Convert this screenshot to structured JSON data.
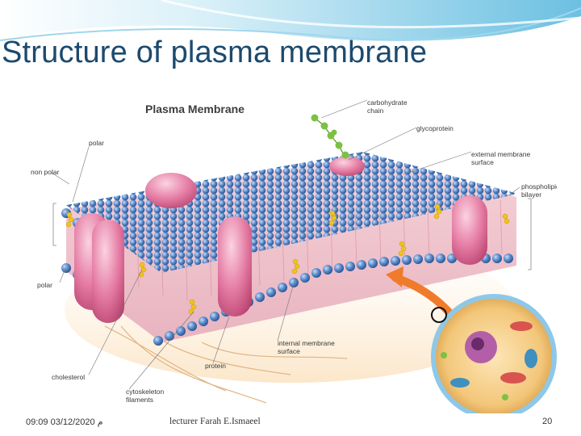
{
  "slide": {
    "title": "Structure of plasma membrane",
    "footer_date": "09:09 03/12/2020 م",
    "footer_lecturer": "lecturer Farah E.Ismaeel",
    "page_number": "20"
  },
  "diagram": {
    "title": "Plasma Membrane",
    "labels": {
      "carbohydrate_chain": [
        "carbohydrate",
        "chain"
      ],
      "glycoprotein": "glycoprotein",
      "external_surface": [
        "external membrane",
        "surface"
      ],
      "phospholipid_bilayer": [
        "phospholipid",
        "bilayer"
      ],
      "polar_top": "polar",
      "non_polar": "non polar",
      "polar_bottom": "polar",
      "cholesterol": "cholesterol",
      "protein": "protein",
      "internal_surface": [
        "internal membrane",
        "surface"
      ],
      "cytoskeleton": [
        "cytoskeleton",
        "filaments"
      ]
    }
  },
  "colors": {
    "title": "#1c4a6e",
    "swoosh": "#7ec9e6",
    "phospholipid_head": "#3d6fb6",
    "protein": "#e07aa0",
    "glycan": "#7cc142",
    "cholesterol": "#f0c419",
    "arrow": "#f07b2a"
  }
}
